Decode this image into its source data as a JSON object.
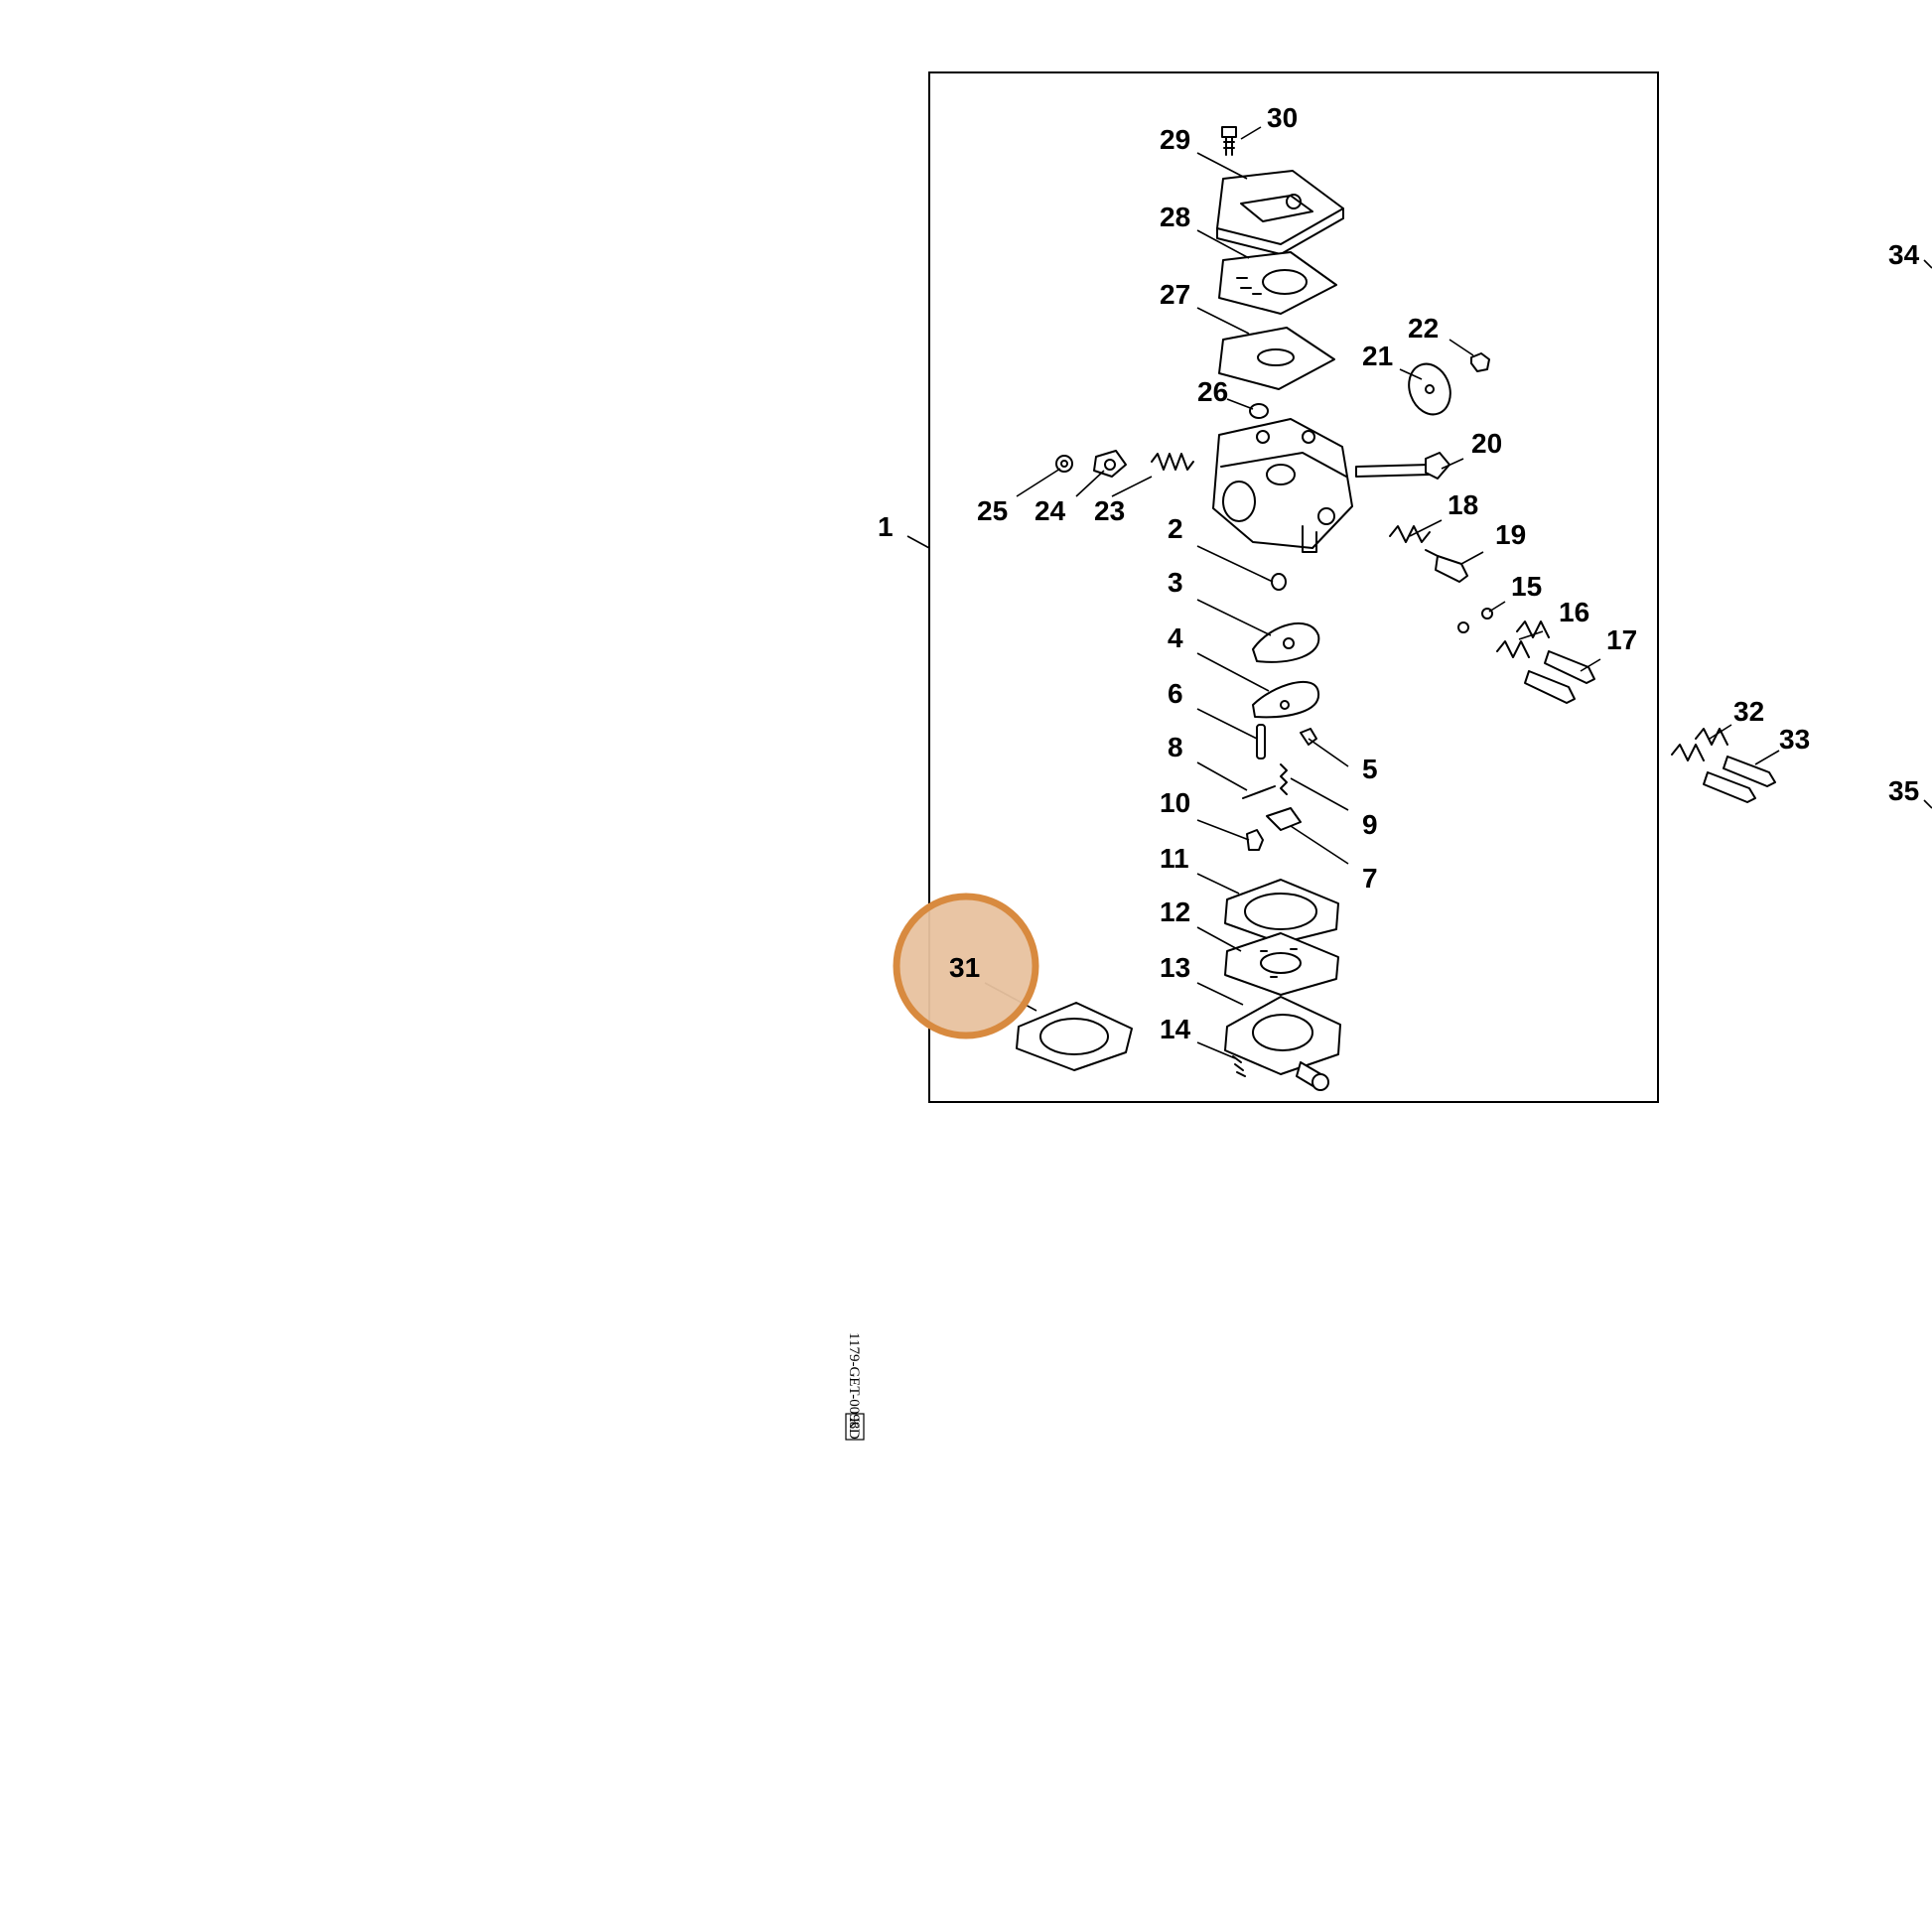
{
  "diagram": {
    "callouts": [
      "1",
      "2",
      "3",
      "4",
      "5",
      "6",
      "7",
      "8",
      "9",
      "10",
      "11",
      "12",
      "13",
      "14",
      "15",
      "16",
      "17",
      "18",
      "19",
      "20",
      "21",
      "22",
      "23",
      "24",
      "25",
      "26",
      "27",
      "28",
      "29",
      "30",
      "31",
      "32",
      "33",
      "34",
      "35"
    ],
    "highlighted_callout": "31",
    "drawing_code": "1179-GET-0098",
    "drawing_code_suffix": "KD"
  },
  "colors": {
    "highlight_fill": "#e8c29f",
    "highlight_stroke": "#d88a3f",
    "line": "#000000",
    "background": "#ffffff"
  }
}
